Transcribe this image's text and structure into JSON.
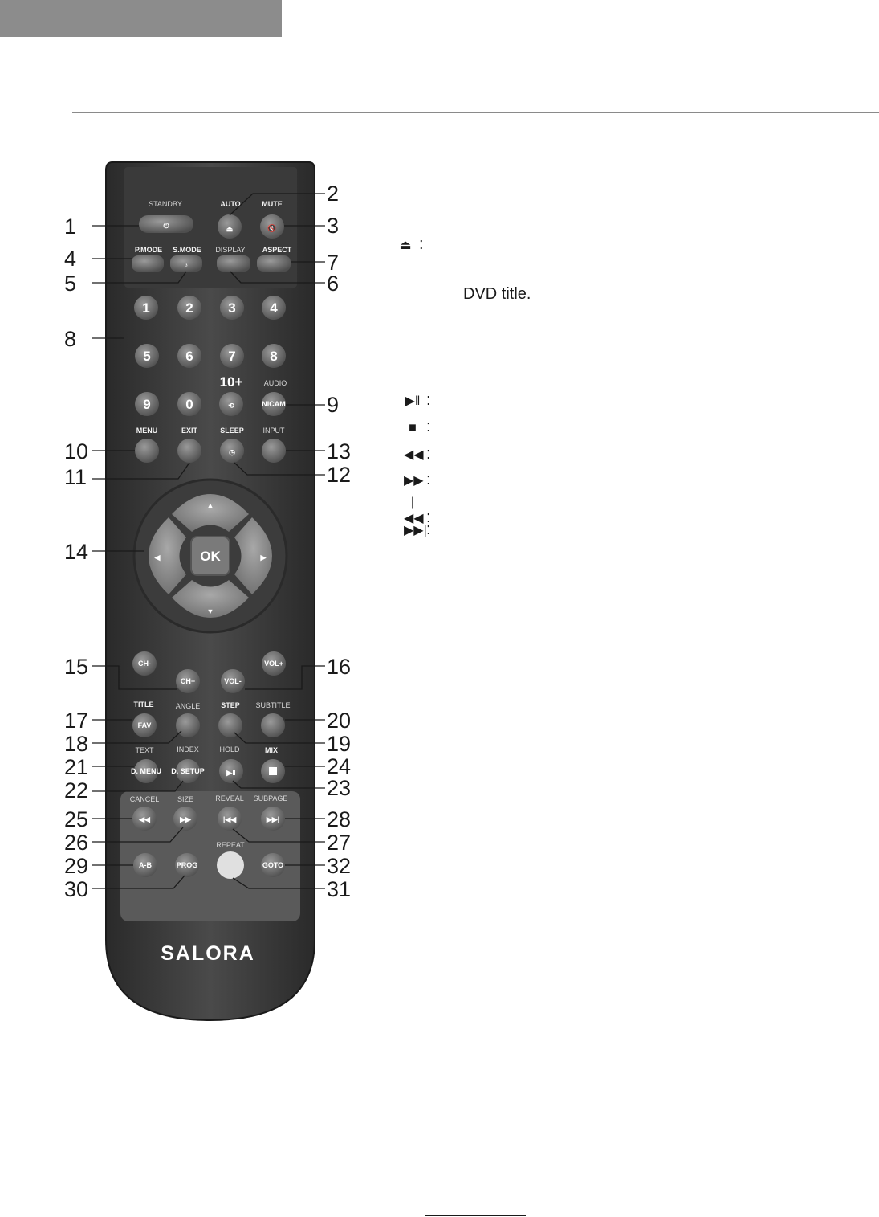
{
  "page": {
    "dvd_text": "DVD title.",
    "colon": ":"
  },
  "legend_symbols": [
    {
      "icon": "eject-icon",
      "glyph": "⏏"
    },
    {
      "icon": "play-pause-icon",
      "glyph": "▶‖"
    },
    {
      "icon": "stop-icon",
      "glyph": "■"
    },
    {
      "icon": "rewind-icon",
      "glyph": "◀◀"
    },
    {
      "icon": "fast-forward-icon",
      "glyph": "▶▶"
    },
    {
      "icon": "previous-icon",
      "glyph": "|◀◀"
    },
    {
      "icon": "next-icon",
      "glyph": "▶▶|"
    }
  ],
  "remote": {
    "brand": "SALORA",
    "labels": {
      "standby": "STANDBY",
      "auto": "AUTO",
      "mute": "MUTE",
      "pmode": "P.MODE",
      "smode": "S.MODE",
      "display": "DISPLAY",
      "aspect": "ASPECT",
      "ten_plus": "10+",
      "audio": "AUDIO",
      "nicam": "NICAM",
      "menu": "MENU",
      "exit": "EXIT",
      "sleep": "SLEEP",
      "input": "INPUT",
      "ok": "OK",
      "ch_minus": "CH-",
      "ch_plus": "CH+",
      "vol_plus": "VOL+",
      "vol_minus": "VOL-",
      "title": "TITLE",
      "fav": "FAV",
      "angle": "ANGLE",
      "step": "STEP",
      "subtitle": "SUBTITLE",
      "text": "TEXT",
      "dmenu": "D. MENU",
      "index": "INDEX",
      "dsetup": "D. SETUP",
      "hold": "HOLD",
      "mix": "MIX",
      "cancel": "CANCEL",
      "size": "SIZE",
      "reveal": "REVEAL",
      "subpage": "SUBPAGE",
      "ab": "A-B",
      "prog": "PROG",
      "repeat": "REPEAT",
      "goto": "GOTO"
    },
    "digits": [
      "1",
      "2",
      "3",
      "4",
      "5",
      "6",
      "7",
      "8",
      "9",
      "0"
    ],
    "callouts": [
      "1",
      "2",
      "3",
      "4",
      "5",
      "6",
      "7",
      "8",
      "9",
      "10",
      "11",
      "12",
      "13",
      "14",
      "15",
      "16",
      "17",
      "18",
      "19",
      "20",
      "21",
      "22",
      "23",
      "24",
      "25",
      "26",
      "27",
      "28",
      "29",
      "30",
      "31",
      "32"
    ]
  }
}
